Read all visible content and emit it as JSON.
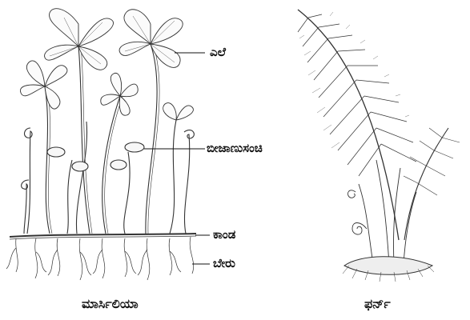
{
  "labels": {
    "leaf": "ಎಲೆ",
    "sporocarp": "ಬೀಜಾಣುಸಂಚಿ",
    "stem": "ಕಾಂಡ",
    "root": "ಬೇರು"
  },
  "captions": {
    "left": "ಮಾರ್ಸಿಲಿಯಾ",
    "right": "ಫರ್ನ್"
  }
}
